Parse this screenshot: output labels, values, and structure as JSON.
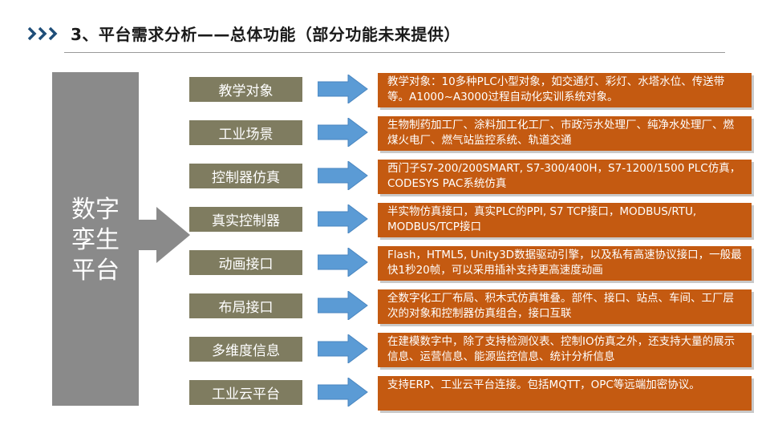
{
  "header": {
    "title": "3、平台需求分析——总体功能（部分功能未来提供）",
    "chevron_color": "#1f4e79"
  },
  "platform": {
    "line1": "数字",
    "line2": "孪生",
    "line3": "平台",
    "color": "#8a8a8a"
  },
  "colors": {
    "label_bg": "#7f7c60",
    "arrow": "#5b9bd5",
    "desc_bg": "#c45a11"
  },
  "rows": [
    {
      "label": "教学对象",
      "desc": "教学对象：10多种PLC小型对象，如交通灯、彩灯、水塔水位、传送带等。A1000~A3000过程自动化实训系统对象。"
    },
    {
      "label": "工业场景",
      "desc": "生物制药加工厂、涂料加工化工厂、市政污水处理厂、纯净水处理厂、燃煤火电厂、燃气站监控系统、轨道交通"
    },
    {
      "label": "控制器仿真",
      "desc": "西门子S7-200/200SMART, S7-300/400H，S7-1200/1500 PLC仿真，CODESYS PAC系统仿真"
    },
    {
      "label": "真实控制器",
      "desc": "半实物仿真接口，真实PLC的PPI, S7 TCP接口，MODBUS/RTU, MODBUS/TCP接口"
    },
    {
      "label": "动画接口",
      "desc": "Flash，HTML5, Unity3D数据驱动引擎，以及私有高速协议接口，一般最快1秒20帧，可以采用插补支持更高速度动画"
    },
    {
      "label": "布局接口",
      "desc": "全数字化工厂布局、积木式仿真堆叠。部件、接口、站点、车间、工厂层次的对象和控制器仿真组合，接口互联"
    },
    {
      "label": "多维度信息",
      "desc": "在建模数字中，除了支持检测仪表、控制IO仿真之外，还支持大量的展示信息、运营信息、能源监控信息、统计分析信息"
    },
    {
      "label": "工业云平台",
      "desc": "支持ERP、工业云平台连接。包括MQTT，OPC等远端加密协议。"
    }
  ]
}
